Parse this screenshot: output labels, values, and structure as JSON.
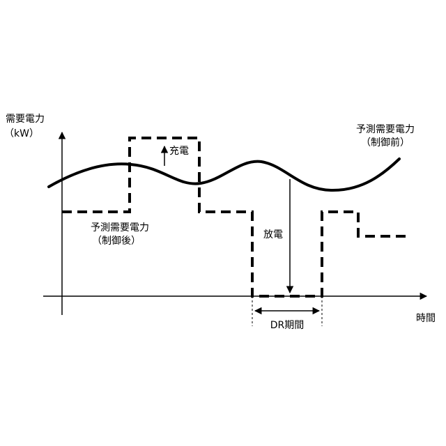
{
  "y_axis": {
    "label": "需要電力",
    "unit": "（kW）"
  },
  "x_axis": {
    "label": "時間"
  },
  "before_control": {
    "label": "予測需要電力",
    "sub": "（制御前）"
  },
  "after_control": {
    "label": "予測需要電力",
    "sub": "（制御後）"
  },
  "charge": {
    "label": "充電"
  },
  "discharge": {
    "label": "放電"
  },
  "dr_period": {
    "label": "DR期間"
  },
  "colors": {
    "line": "#000000",
    "background": "#ffffff"
  }
}
